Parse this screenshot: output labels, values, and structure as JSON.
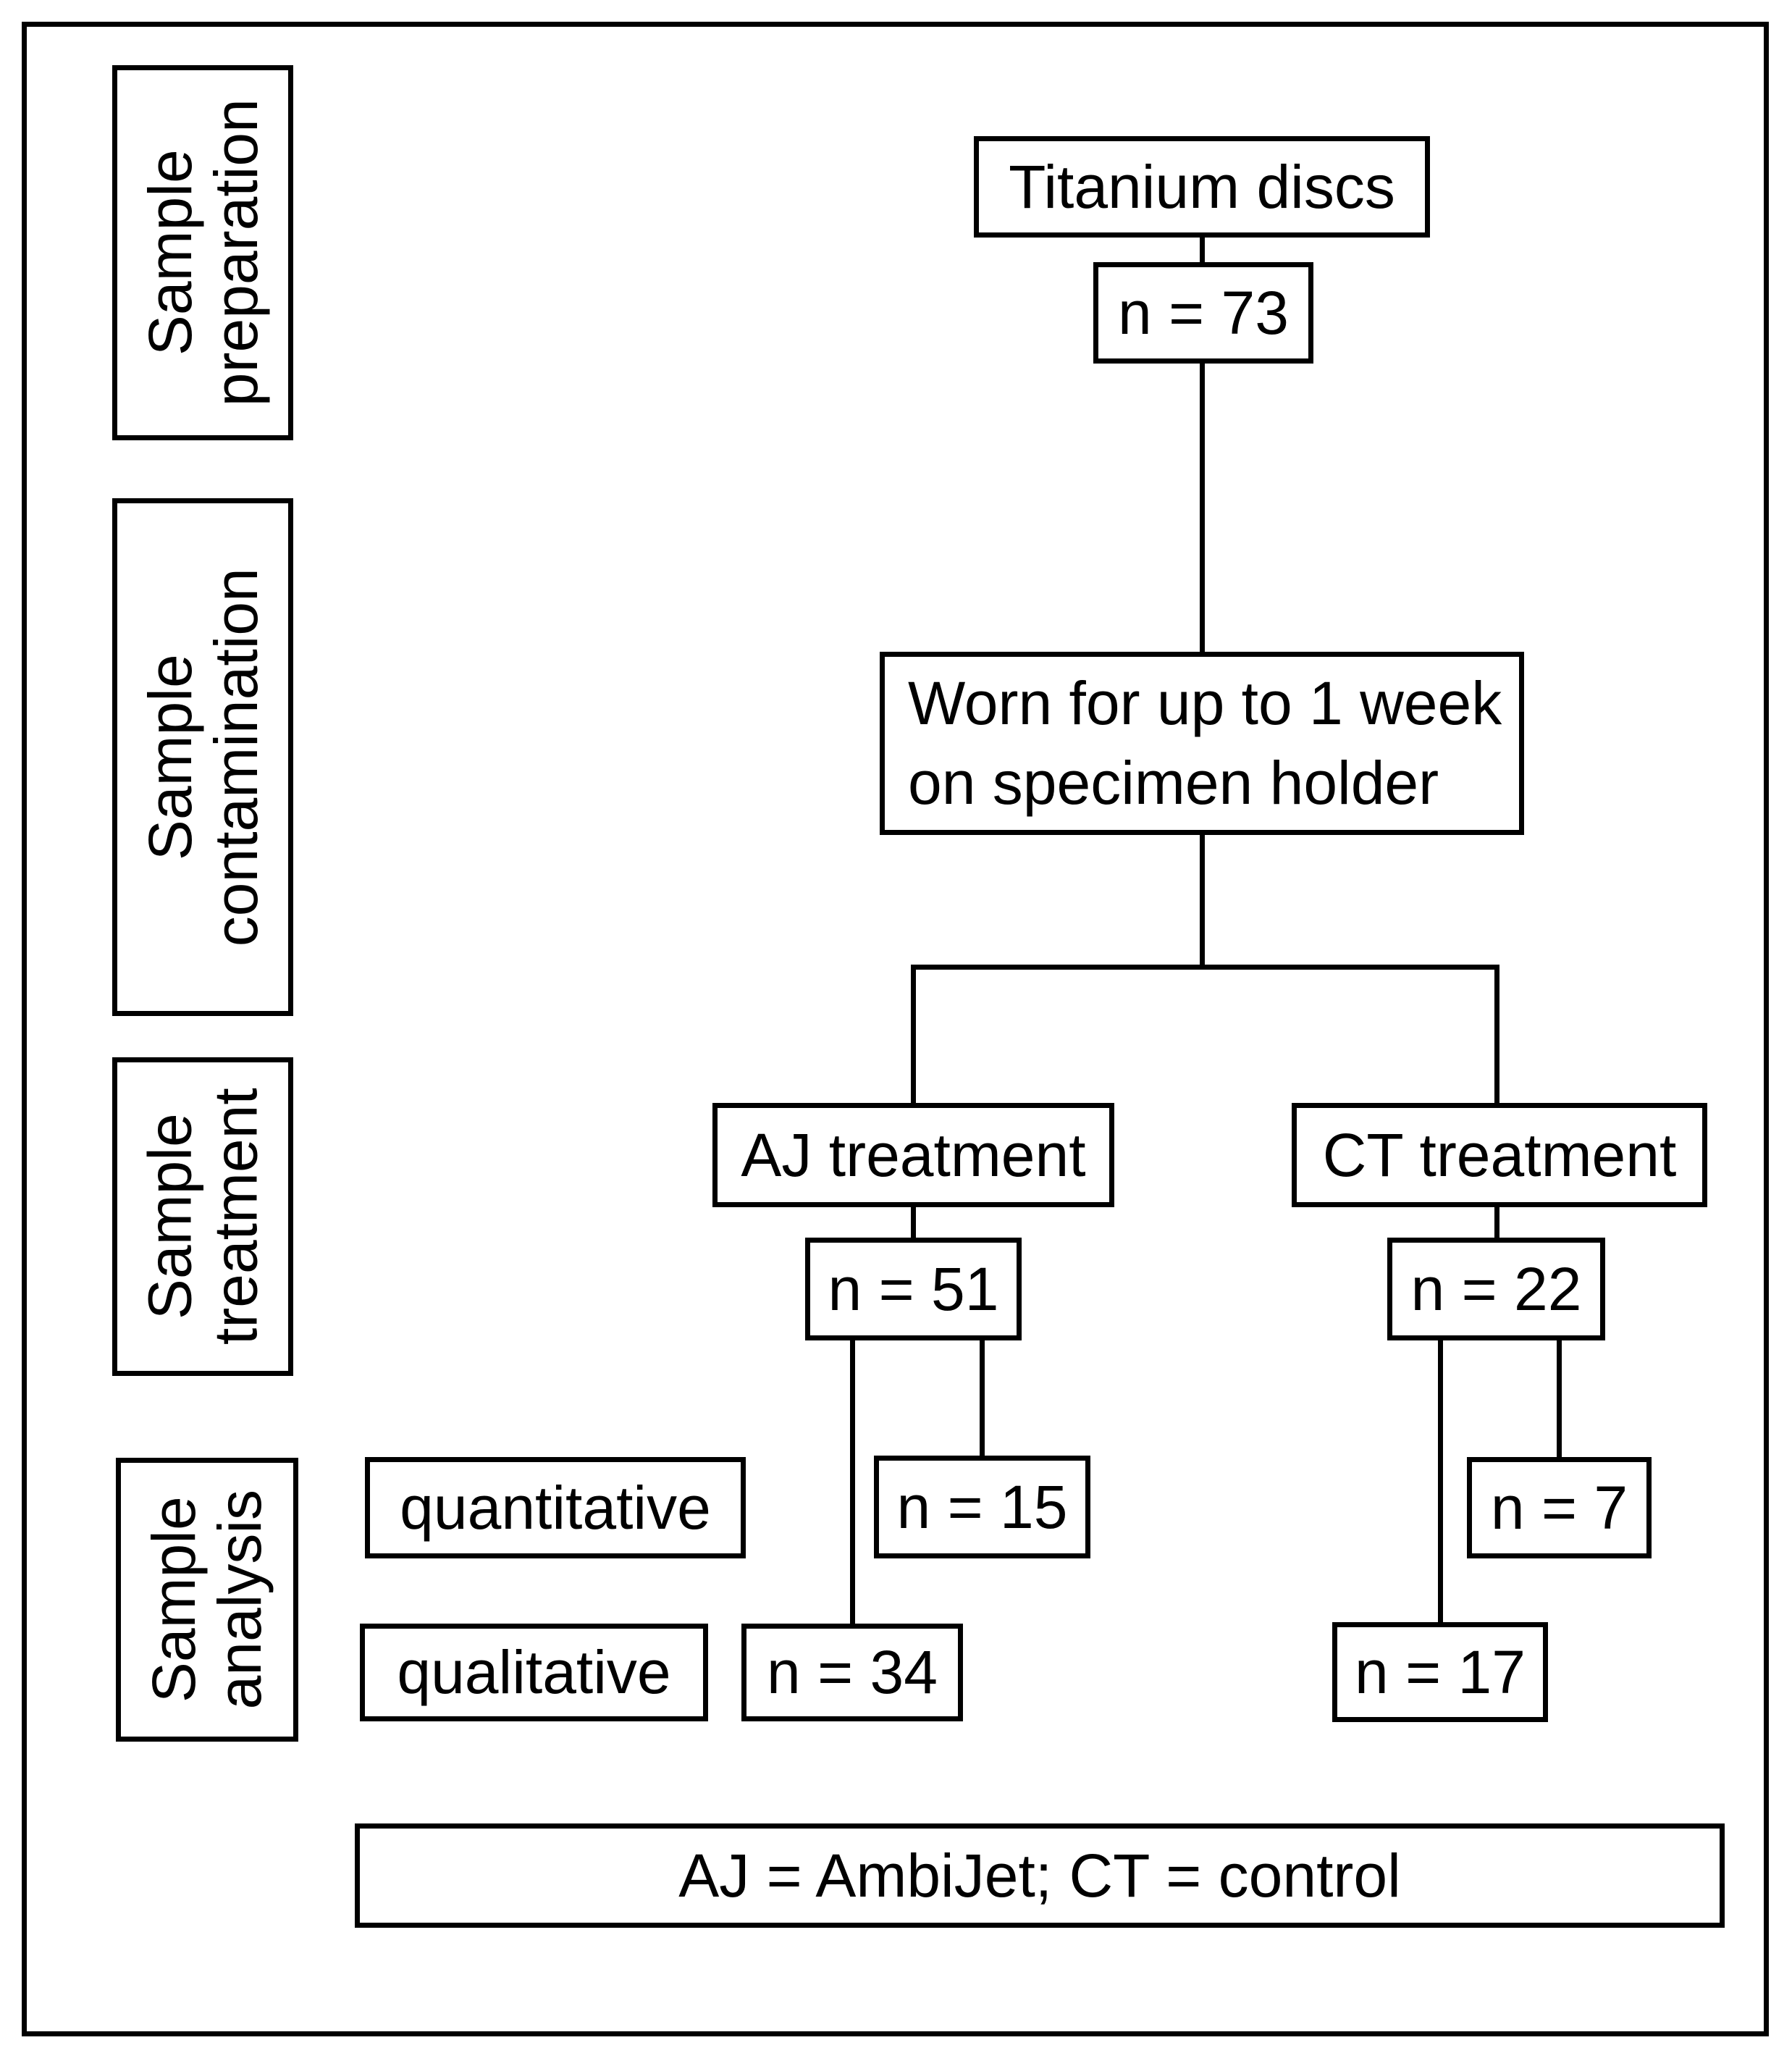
{
  "diagram": {
    "stages": [
      {
        "line1": "Sample",
        "line2": "preparation"
      },
      {
        "line1": "Sample",
        "line2": "contamination"
      },
      {
        "line1": "Sample",
        "line2": "treatment"
      },
      {
        "line1": "Sample",
        "line2": "analysis"
      }
    ],
    "nodes": {
      "titanium_discs": {
        "label": "Titanium discs"
      },
      "n_total": {
        "label": "n = 73"
      },
      "worn": {
        "line1": "Worn for up to 1 week",
        "line2": "on specimen holder"
      },
      "aj_treatment": {
        "label": "AJ treatment"
      },
      "n_aj": {
        "label": "n = 51"
      },
      "ct_treatment": {
        "label": "CT treatment"
      },
      "n_ct": {
        "label": "n = 22"
      },
      "quantitative": {
        "label": "quantitative"
      },
      "n_aj_quantitative": {
        "label": "n = 15"
      },
      "n_ct_quantitative": {
        "label": "n = 7"
      },
      "qualitative": {
        "label": "qualitative"
      },
      "n_aj_qualitative": {
        "label": "n = 34"
      },
      "n_ct_qualitative": {
        "label": "n = 17"
      }
    },
    "legend": {
      "text": "AJ = AmbiJet; CT = control"
    },
    "colors": {
      "line": "#000000",
      "background": "#ffffff"
    }
  }
}
